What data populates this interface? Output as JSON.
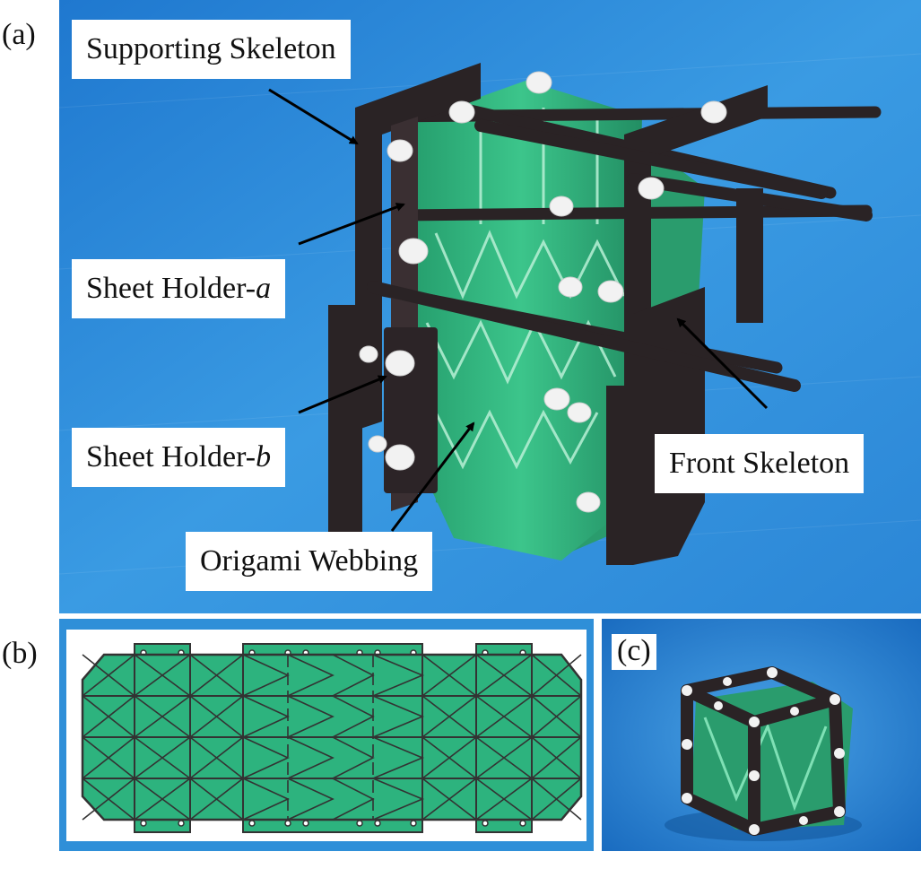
{
  "panels": {
    "a": {
      "tag": "(a)"
    },
    "b": {
      "tag": "(b)"
    },
    "c": {
      "tag": "(c)"
    }
  },
  "labels": {
    "supporting_skeleton": "Supporting Skeleton",
    "sheet_holder_a_prefix": "Sheet Holder-",
    "sheet_holder_a_suffix": "a",
    "sheet_holder_b_prefix": "Sheet Holder-",
    "sheet_holder_b_suffix": "b",
    "front_skeleton": "Front Skeleton",
    "origami_webbing": "Origami Webbing"
  },
  "colors": {
    "background_blue": "#2f8fd8",
    "origami_green": "#2db37e",
    "skeleton_dark": "#2a2325",
    "holder_white": "#f2f2f2"
  }
}
